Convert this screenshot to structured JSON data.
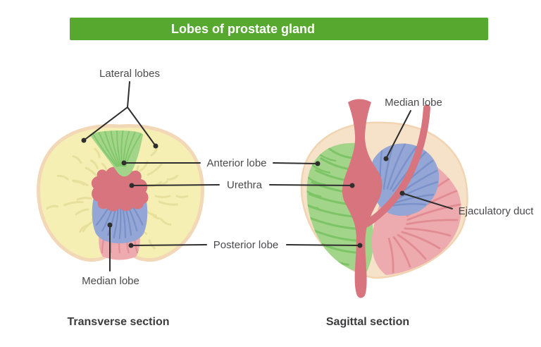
{
  "title": {
    "text": "Lobes of prostate gland"
  },
  "labels": {
    "lateral_lobes": "Lateral lobes",
    "anterior_lobe": "Anterior lobe",
    "urethra": "Urethra",
    "posterior_lobe": "Posterior lobe",
    "median_lobe_transverse": "Median lobe",
    "median_lobe_sagittal": "Median lobe",
    "ejaculatory_duct": "Ejaculatory duct"
  },
  "sections": {
    "transverse": {
      "caption": "Transverse section"
    },
    "sagittal": {
      "caption": "Sagittal section"
    }
  },
  "colors": {
    "banner_green": "#56a82f",
    "lateral_lobe_yellow": "#f5efb3",
    "anterior_lobe_green": "#a2d58a",
    "median_lobe_blue": "#93a6d5",
    "posterior_lobe_pink": "#eeabaf",
    "urethra_red": "#d8747d",
    "capsule_peach": "#f3d8b8",
    "sagittal_capsule_fill": "#f6e2c8",
    "sagittal_capsule_stroke": "#f1d4b2",
    "label_text": "#4a4a4d",
    "leader_line": "#2e2e2e"
  }
}
